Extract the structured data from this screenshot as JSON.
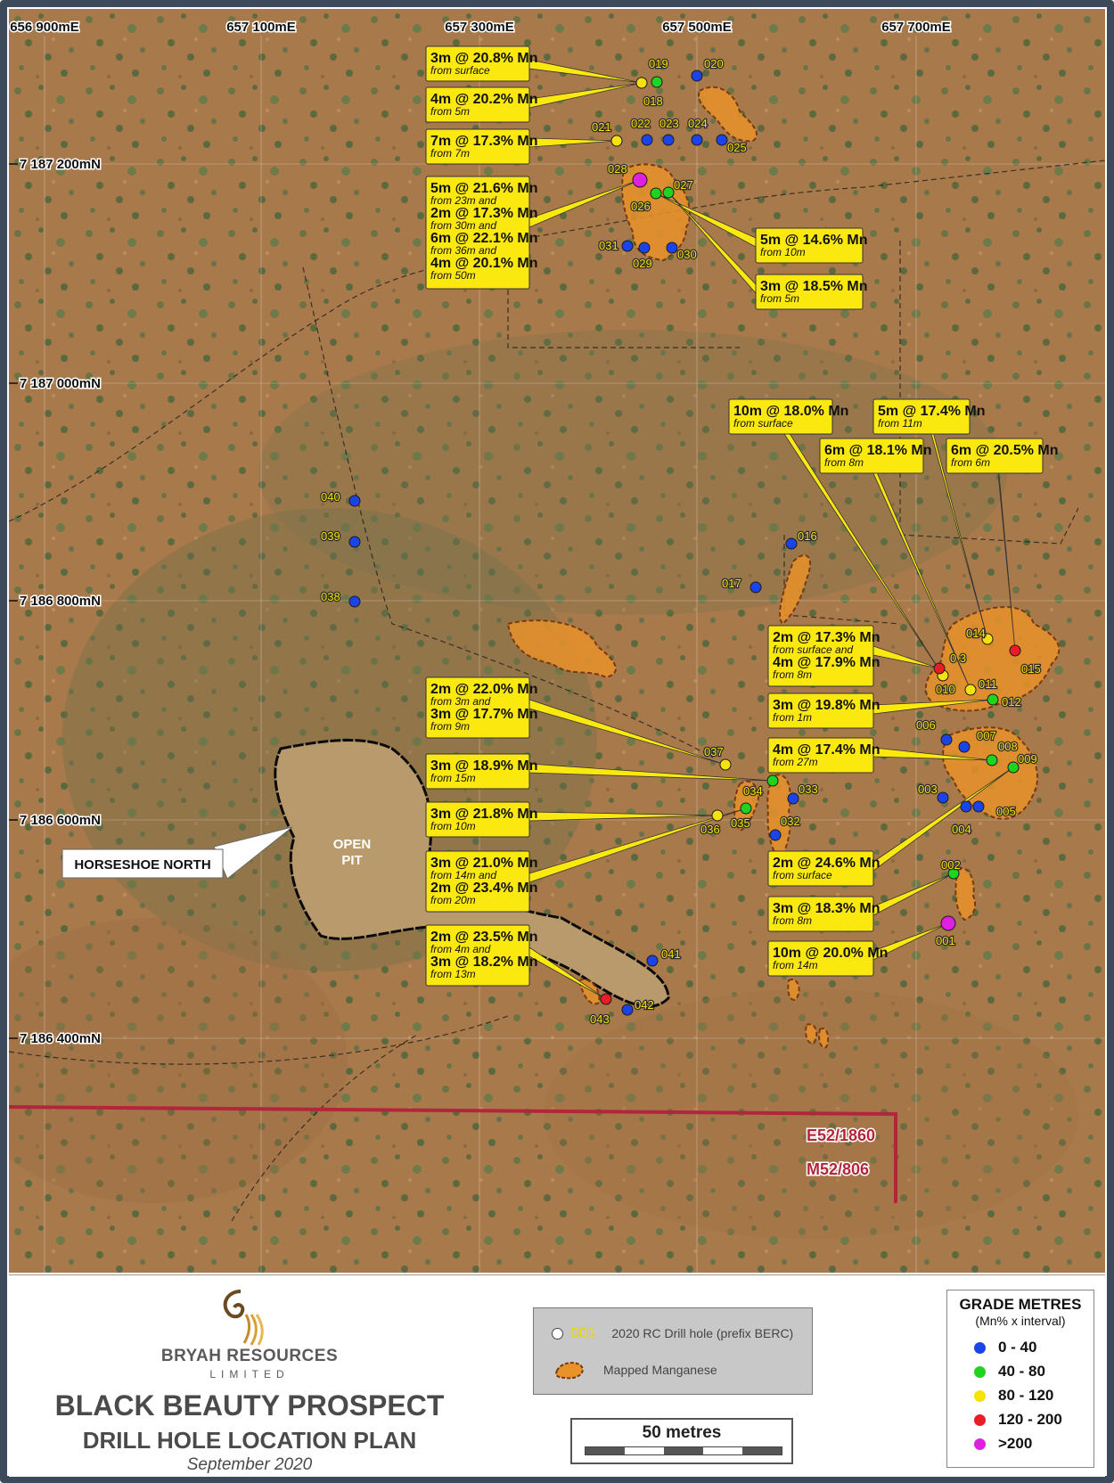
{
  "map": {
    "easting_labels": [
      "656 900mE",
      "657 100mE",
      "657 300mE",
      "657 500mE",
      "657 700mE"
    ],
    "northing_labels": [
      "7 187 200mN",
      "7 187 000mN",
      "7 186 800mN",
      "7 186 600mN",
      "7 186 400mN"
    ],
    "area_label": "HORSESHOE NORTH",
    "pit_label_line1": "OPEN",
    "pit_label_line2": "PIT",
    "tenement_north": "E52/1860",
    "tenement_south": "M52/806",
    "colors": {
      "blue": "#1a44e8",
      "green": "#1fd41f",
      "yellow": "#f5e20a",
      "red": "#ec1c24",
      "magenta": "#e020e0",
      "manganese": "#e8922a",
      "callout": "#fbe80f",
      "tenement": "#b3253c"
    },
    "drill_holes": [
      {
        "id": "001",
        "grade": "magenta"
      },
      {
        "id": "002",
        "grade": "green"
      },
      {
        "id": "003",
        "grade": "blue"
      },
      {
        "id": "004",
        "grade": "blue"
      },
      {
        "id": "005",
        "grade": "blue"
      },
      {
        "id": "006",
        "grade": "blue"
      },
      {
        "id": "007",
        "grade": "blue"
      },
      {
        "id": "008",
        "grade": "green"
      },
      {
        "id": "009",
        "grade": "green"
      },
      {
        "id": "010",
        "grade": "yellow"
      },
      {
        "id": "011",
        "grade": "yellow"
      },
      {
        "id": "012",
        "grade": "green"
      },
      {
        "id": "013",
        "grade": "red",
        "display": "0 3"
      },
      {
        "id": "014",
        "grade": "yellow"
      },
      {
        "id": "015",
        "grade": "red"
      },
      {
        "id": "016",
        "grade": "blue"
      },
      {
        "id": "017",
        "grade": "blue"
      },
      {
        "id": "018",
        "grade": "yellow"
      },
      {
        "id": "019",
        "grade": "green"
      },
      {
        "id": "020",
        "grade": "blue"
      },
      {
        "id": "021",
        "grade": "yellow"
      },
      {
        "id": "022",
        "grade": "blue"
      },
      {
        "id": "023",
        "grade": "blue"
      },
      {
        "id": "024",
        "grade": "blue"
      },
      {
        "id": "025",
        "grade": "blue"
      },
      {
        "id": "026",
        "grade": "green"
      },
      {
        "id": "027",
        "grade": "green"
      },
      {
        "id": "028",
        "grade": "magenta"
      },
      {
        "id": "029",
        "grade": "blue"
      },
      {
        "id": "030",
        "grade": "blue"
      },
      {
        "id": "031",
        "grade": "blue"
      },
      {
        "id": "032",
        "grade": "blue"
      },
      {
        "id": "033",
        "grade": "blue"
      },
      {
        "id": "034",
        "grade": "green"
      },
      {
        "id": "035",
        "grade": "green"
      },
      {
        "id": "036",
        "grade": "yellow"
      },
      {
        "id": "037",
        "grade": "yellow"
      },
      {
        "id": "038",
        "grade": "blue"
      },
      {
        "id": "039",
        "grade": "blue"
      },
      {
        "id": "040",
        "grade": "blue"
      },
      {
        "id": "041",
        "grade": "blue"
      },
      {
        "id": "042",
        "grade": "blue"
      },
      {
        "id": "043",
        "grade": "red"
      }
    ],
    "callouts": {
      "c018": [
        "3m @ 20.8% Mn",
        "from surface"
      ],
      "c019": [
        "4m @ 20.2% Mn",
        "from 5m"
      ],
      "c021": [
        "7m @ 17.3% Mn",
        "from 7m"
      ],
      "c028": [
        "5m @ 21.6% Mn",
        "from 23m and",
        "2m @ 17.3% Mn",
        "from 30m and",
        "6m @ 22.1% Mn",
        "from 36m and",
        "4m @ 20.1% Mn",
        "from 50m"
      ],
      "c026": [
        "5m @ 14.6% Mn",
        "from 10m"
      ],
      "c027": [
        "3m @ 18.5% Mn",
        "from 5m"
      ],
      "c010": [
        "10m @ 18.0% Mn",
        "from surface"
      ],
      "c011": [
        "6m @ 18.1% Mn",
        "from 8m"
      ],
      "c014": [
        "5m @ 17.4% Mn",
        "from 11m"
      ],
      "c015": [
        "6m @ 20.5% Mn",
        "from 6m"
      ],
      "c013": [
        "2m @ 17.3% Mn",
        "from surface and",
        "4m @ 17.9% Mn",
        "from 8m"
      ],
      "c012": [
        "3m @ 19.8% Mn",
        "from 1m"
      ],
      "c008": [
        "4m @ 17.4% Mn",
        "from 27m"
      ],
      "c037": [
        "2m @ 22.0% Mn",
        "from 3m and",
        "3m @ 17.7% Mn",
        "from 9m"
      ],
      "c034": [
        "3m @ 18.9% Mn",
        "from 15m"
      ],
      "c035": [
        "3m @ 21.8% Mn",
        "from 10m"
      ],
      "c036": [
        "3m @ 21.0% Mn",
        "from 14m and",
        "2m @ 23.4% Mn",
        "from 20m"
      ],
      "c043": [
        "2m @ 23.5% Mn",
        "from 4m and",
        "3m @ 18.2% Mn",
        "from 13m"
      ],
      "c009": [
        "2m @ 24.6% Mn",
        "from surface"
      ],
      "c002": [
        "3m @ 18.3% Mn",
        "from 8m"
      ],
      "c001": [
        "10m @ 20.0% Mn",
        "from 14m"
      ]
    }
  },
  "footer": {
    "company": "BRYAH RESOURCES",
    "company_sub": "LIMITED",
    "title": "BLACK BEAUTY PROSPECT",
    "subtitle": "DRILL HOLE LOCATION PLAN",
    "date": "September 2020",
    "legend": {
      "hole_code": "001",
      "hole_label": "2020 RC Drill hole (prefix BERC)",
      "manganese_label": "Mapped Manganese"
    },
    "scale_label": "50 metres",
    "grade": {
      "title": "GRADE METRES",
      "subtitle": "(Mn% x interval)",
      "classes": [
        {
          "label": "0 - 40",
          "color": "#1a44e8"
        },
        {
          "label": "40 - 80",
          "color": "#1fd41f"
        },
        {
          "label": "80 - 120",
          "color": "#f5e20a"
        },
        {
          "label": "120 - 200",
          "color": "#ec1c24"
        },
        {
          "label": ">200",
          "color": "#e020e0"
        }
      ]
    }
  }
}
